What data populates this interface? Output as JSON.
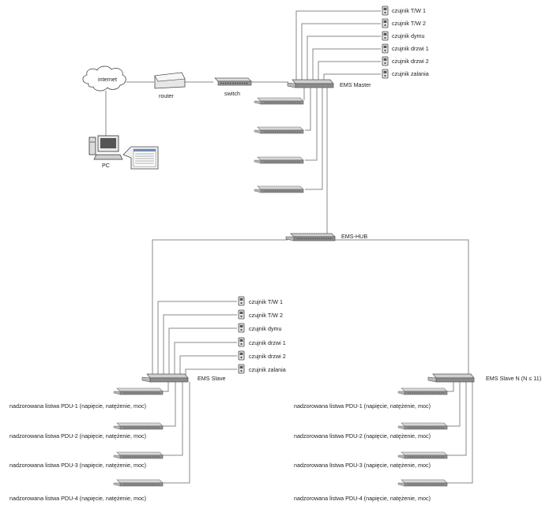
{
  "network": {
    "internet": "internet",
    "router": "router",
    "switch": "switch",
    "pc": "PC"
  },
  "master": {
    "label": "EMS Master",
    "sensors": [
      "czujnik T/W 1",
      "czujnik T/W 2",
      "czujnik dymu",
      "czujnik drzwi 1",
      "czujnik drzwi 2",
      "czujnik zalania"
    ]
  },
  "hub": {
    "label": "EMS-HUB"
  },
  "slave": {
    "label": "EMS Slave",
    "sensors": [
      "czujnik T/W 1",
      "czujnik T/W 2",
      "czujnik dymu",
      "czujnik drzwi 1",
      "czujnik drzwi 2",
      "czujnik zalania"
    ],
    "pdus": [
      "nadzorowana listwa PDU-1 (napięcie, natężenie, moc)",
      "nadzorowana listwa PDU-2 (napięcie, natężenie, moc)",
      "nadzorowana listwa PDU-3 (napięcie, natężenie, moc)",
      "nadzorowana listwa PDU-4 (napięcie, natężenie, moc)"
    ]
  },
  "slave_n": {
    "label": "EMS Slave N (N ≤ 11)",
    "pdus": [
      "nadzorowana listwa PDU-1 (napięcie, natężenie, moc)",
      "nadzorowana listwa PDU-2 (napięcie, natężenie, moc)",
      "nadzorowana listwa PDU-3 (napięcie, natężenie, moc)",
      "nadzorowana listwa PDU-4 (napięcie, natężenie, moc)"
    ]
  },
  "colors": {
    "wire": "#8a8a8a",
    "device_top": "#cfcfcf",
    "device_side": "#8c8c8c"
  }
}
